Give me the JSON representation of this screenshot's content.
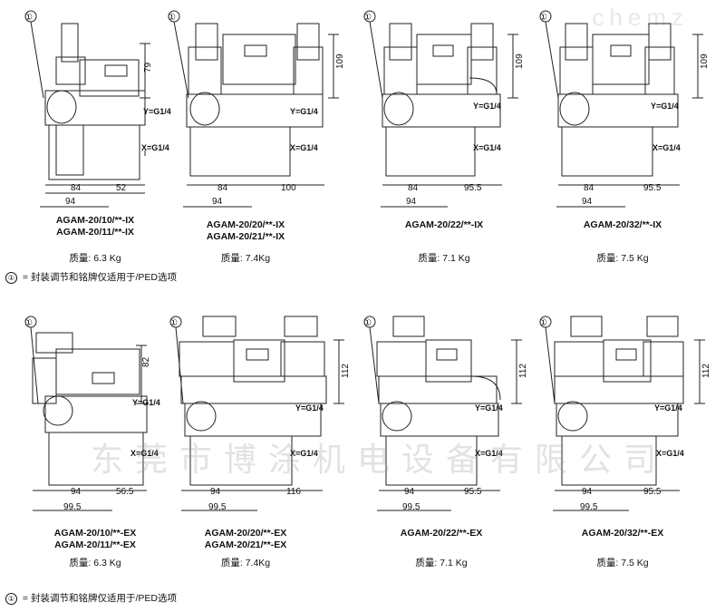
{
  "watermark_top": "chemz",
  "watermark_company": "东莞市博涂机电设备有限公司",
  "note_marker": "①",
  "rows": [
    {
      "note_text": " = 封装调节和铭牌仅适用于/PED选项",
      "items": [
        {
          "models": [
            "AGAM-20/10/**-IX",
            "AGAM-20/11/**-IX"
          ],
          "weight_label": "质量:",
          "weight": "6.3 Kg",
          "dims": {
            "height": "79",
            "a": "84",
            "b": "52",
            "total": "94"
          },
          "ports": [
            "Y=G1/4",
            "X=G1/4"
          ],
          "marker": "①"
        },
        {
          "models": [
            "AGAM-20/20/**-IX",
            "AGAM-20/21/**-IX"
          ],
          "weight_label": "质量:",
          "weight": "7.4Kg",
          "dims": {
            "height": "109",
            "a": "84",
            "b": "100",
            "total": "94"
          },
          "ports": [
            "Y=G1/4",
            "X=G1/4"
          ],
          "marker": "①"
        },
        {
          "models": [
            "AGAM-20/22/**-IX"
          ],
          "weight_label": "质量:",
          "weight": "7.1 Kg",
          "dims": {
            "height": "109",
            "a": "84",
            "b": "95.5",
            "total": "94"
          },
          "ports": [
            "Y=G1/4",
            "X=G1/4"
          ],
          "marker": "①"
        },
        {
          "models": [
            "AGAM-20/32/**-IX"
          ],
          "weight_label": "质量:",
          "weight": "7.5 Kg",
          "dims": {
            "height": "109",
            "a": "84",
            "b": "95.5",
            "total": "94"
          },
          "ports": [
            "Y=G1/4",
            "X=G1/4"
          ],
          "marker": "①"
        }
      ]
    },
    {
      "note_text": " = 封装调节和铭牌仅适用于/PED选项",
      "items": [
        {
          "models": [
            "AGAM-20/10/**-EX",
            "AGAM-20/11/**-EX"
          ],
          "weight_label": "质量:",
          "weight": "6.3 Kg",
          "dims": {
            "height": "82",
            "a": "94",
            "b": "56.5",
            "total": "99.5"
          },
          "ports": [
            "Y=G1/4",
            "X=G1/4"
          ],
          "marker": "①"
        },
        {
          "models": [
            "AGAM-20/20/**-EX",
            "AGAM-20/21/**-EX"
          ],
          "weight_label": "质量:",
          "weight": "7.4Kg",
          "dims": {
            "height": "112",
            "a": "94",
            "b": "116",
            "total": "99.5"
          },
          "ports": [
            "Y=G1/4",
            "X=G1/4"
          ],
          "marker": "①"
        },
        {
          "models": [
            "AGAM-20/22/**-EX"
          ],
          "weight_label": "质量:",
          "weight": "7.1 Kg",
          "dims": {
            "height": "112",
            "a": "94",
            "b": "95.5",
            "total": "99.5"
          },
          "ports": [
            "Y=G1/4",
            "X=G1/4"
          ],
          "marker": "①"
        },
        {
          "models": [
            "AGAM-20/32/**-EX"
          ],
          "weight_label": "质量:",
          "weight": "7.5 Kg",
          "dims": {
            "height": "112",
            "a": "94",
            "b": "95.5",
            "total": "99.5"
          },
          "ports": [
            "Y=G1/4",
            "X=G1/4"
          ],
          "marker": "①"
        }
      ]
    }
  ]
}
